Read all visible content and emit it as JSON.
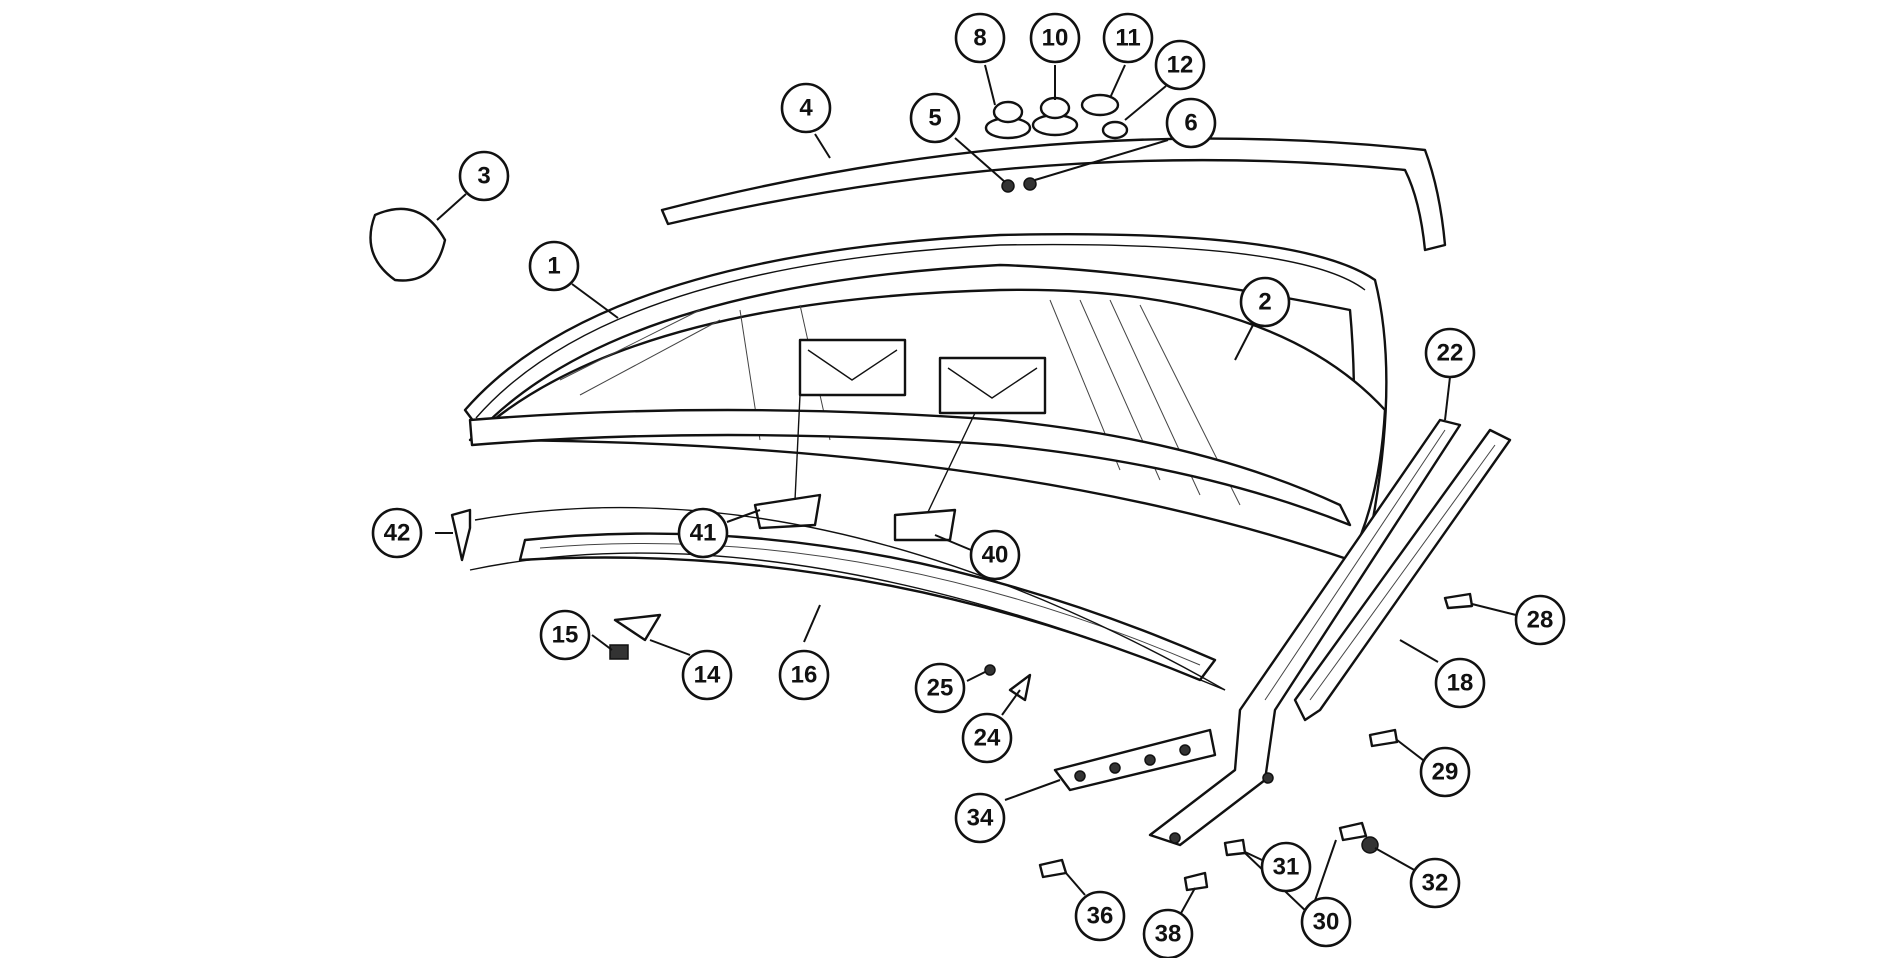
{
  "callouts": [
    {
      "label": "1"
    },
    {
      "label": "2"
    },
    {
      "label": "3"
    },
    {
      "label": "4"
    },
    {
      "label": "5"
    },
    {
      "label": "6"
    },
    {
      "label": "8"
    },
    {
      "label": "10"
    },
    {
      "label": "11"
    },
    {
      "label": "12"
    },
    {
      "label": "14"
    },
    {
      "label": "15"
    },
    {
      "label": "16"
    },
    {
      "label": "18"
    },
    {
      "label": "22"
    },
    {
      "label": "24"
    },
    {
      "label": "25"
    },
    {
      "label": "28"
    },
    {
      "label": "29"
    },
    {
      "label": "30"
    },
    {
      "label": "31"
    },
    {
      "label": "32"
    },
    {
      "label": "34"
    },
    {
      "label": "36"
    },
    {
      "label": "38"
    },
    {
      "label": "40"
    },
    {
      "label": "41"
    },
    {
      "label": "42"
    }
  ]
}
